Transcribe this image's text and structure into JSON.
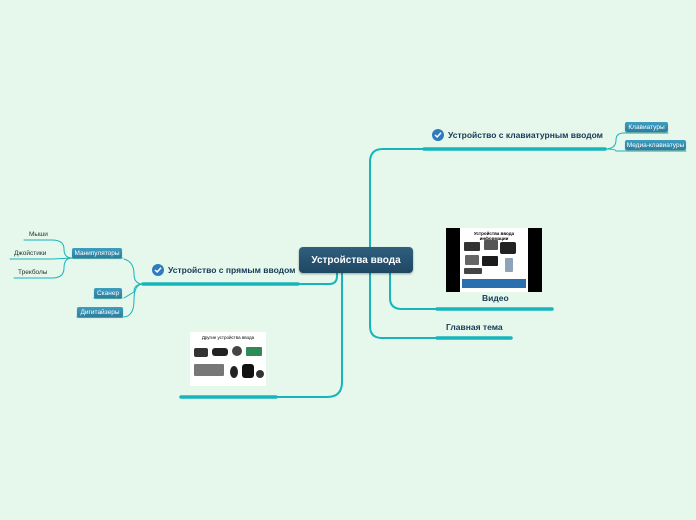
{
  "root": {
    "label": "Устройства ввода"
  },
  "branches": {
    "keyboard": {
      "label": "Устройство с клавиатурным вводом",
      "icon": "check-icon",
      "children": [
        "Клавиатуры",
        "Медиа-клавиатуры"
      ]
    },
    "video": {
      "label": "Видео",
      "thumbnail": {
        "title": "Устройства ввода информации"
      }
    },
    "main_topic": {
      "label": "Главная тема"
    },
    "direct": {
      "label": "Устройство с прямым вводом",
      "icon": "check-icon",
      "manipulators": {
        "label": "Манипуляторы",
        "children": [
          "Мыши",
          "Джойстики",
          "Трекболы"
        ]
      },
      "scanner": {
        "label": "Сканер"
      },
      "digitizers": {
        "label": "Дигитайзеры"
      }
    },
    "image": {
      "title": "Другие устройства ввода"
    }
  },
  "colors": {
    "background": "#e6f8ec",
    "connector": "#16b5bb",
    "node_box": "#2b7d9e",
    "root": "#1f4763",
    "topic_text": "#153a57",
    "check": "#2e7bc0"
  }
}
